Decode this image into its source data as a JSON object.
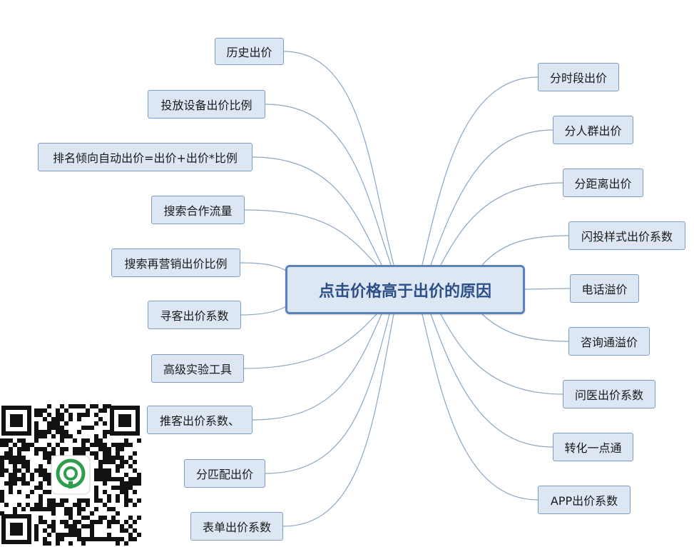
{
  "center": "点击价格高于出价的原因",
  "left": [
    "历史出价",
    "投放设备出价比例",
    "排名倾向自动出价=出价+出价*比例",
    "搜索合作流量",
    "搜索再营销出价比例",
    "寻客出价系数",
    "高级实验工具",
    "推客出价系数、",
    "分匹配出价",
    "表单出价系数"
  ],
  "right": [
    "分时段出价",
    "分人群出价",
    "分距离出价",
    "闪投样式出价系数",
    "电话溢价",
    "咨询通溢价",
    "问医出价系数",
    "转化一点通",
    "APP出价系数"
  ],
  "colors": {
    "node_fill": "#dde7f4",
    "node_border": "#7f9cc2",
    "center_border": "#5d84b6",
    "center_text": "#2b4f86",
    "link": "#8aa6c4",
    "qr_logo": "#2e9e4c"
  },
  "icons": {
    "qr": "qr-code-icon",
    "logo": "app-logo-icon"
  }
}
